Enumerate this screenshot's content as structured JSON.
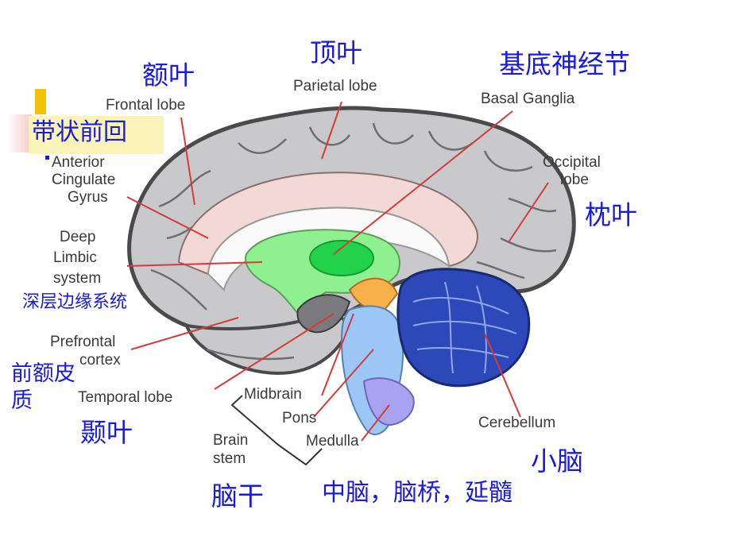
{
  "labels_en": {
    "frontal": "Frontal lobe",
    "parietal": "Parietal lobe",
    "basal": "Basal Ganglia",
    "occipital_1": "Occipital",
    "occipital_2": "lobe",
    "acg_1": "Anterior",
    "acg_2": "Cingulate",
    "acg_3": "Gyrus",
    "limbic_1": "Deep",
    "limbic_2": "Limbic",
    "limbic_3": "system",
    "prefrontal_1": "Prefrontal",
    "prefrontal_2": "cortex",
    "temporal": "Temporal lobe",
    "midbrain": "Midbrain",
    "pons": "Pons",
    "medulla": "Medulla",
    "brainstem_1": "Brain",
    "brainstem_2": "stem",
    "cerebellum": "Cerebellum"
  },
  "labels_cn": {
    "frontal": "额叶",
    "parietal": "顶叶",
    "basal": "基底神经节",
    "occipital": "枕叶",
    "acg": "带状前回",
    "limbic": "深层边缘系统",
    "prefrontal": "前额皮质",
    "temporal": "颞叶",
    "cerebellum": "小脑",
    "brainstem": "脑干",
    "brainstem_parts": "中脑，脑桥，延髓"
  },
  "colors": {
    "label_cn": "#1a1adb",
    "label_en": "#3a3a3a",
    "pointer": "#d23c3c",
    "cortex_fill": "#c9c9cc",
    "cortex_outline": "#4a4a4a",
    "cingulate": "#f2d9d6",
    "limbic_green": "#8ef08e",
    "thalamus_green": "#22d34a",
    "brainstem_blue": "#9cc6f5",
    "medulla_purple": "#a9a2ee",
    "cerebellum_blue": "#2d48b8",
    "midbrain_orange": "#f7b04a",
    "acg_highlight": "#fbf4b8",
    "marker_yellow": "#f3c200"
  }
}
